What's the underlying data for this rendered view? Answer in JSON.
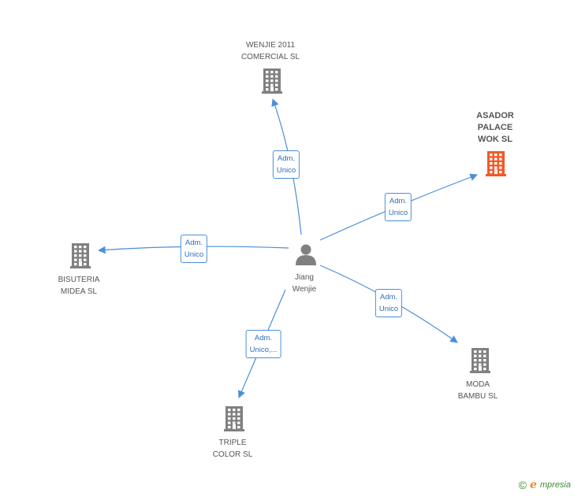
{
  "center": {
    "lines": [
      "Jiang",
      "Wenjie"
    ],
    "icon": "person-icon",
    "color": "#808080"
  },
  "nodes": [
    {
      "key": "wenjie",
      "lines": [
        "WENJIE 2011",
        "COMERCIAL SL"
      ],
      "icon": "building-icon",
      "color": "#808080",
      "highlight": false
    },
    {
      "key": "asador",
      "lines": [
        "ASADOR",
        "PALACE",
        "WOK SL"
      ],
      "icon": "building-icon",
      "color": "#f05a2a",
      "highlight": true
    },
    {
      "key": "bisuteria",
      "lines": [
        "BISUTERIA",
        "MIDEA SL"
      ],
      "icon": "building-icon",
      "color": "#808080",
      "highlight": false
    },
    {
      "key": "moda",
      "lines": [
        "MODA",
        "BAMBU SL"
      ],
      "icon": "building-icon",
      "color": "#808080",
      "highlight": false
    },
    {
      "key": "triple",
      "lines": [
        "TRIPLE",
        "COLOR SL"
      ],
      "icon": "building-icon",
      "color": "#808080",
      "highlight": false
    }
  ],
  "edges": [
    {
      "to": "wenjie",
      "lines": [
        "Adm.",
        "Unico"
      ]
    },
    {
      "to": "asador",
      "lines": [
        "Adm.",
        "Unico"
      ]
    },
    {
      "to": "bisuteria",
      "lines": [
        "Adm.",
        "Unico"
      ]
    },
    {
      "to": "moda",
      "lines": [
        "Adm.",
        "Unico"
      ]
    },
    {
      "to": "triple",
      "lines": [
        "Adm.",
        "Unico,..."
      ]
    }
  ],
  "edge_color": "#4a8fd8",
  "footer": {
    "copyright": "©",
    "brand_initial": "e",
    "brand_rest": "mpresia"
  }
}
